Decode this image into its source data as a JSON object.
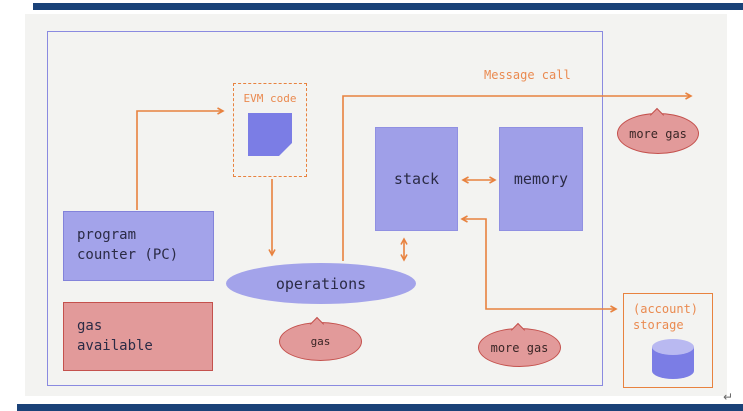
{
  "page": {
    "return_glyph": "↵",
    "colors": {
      "navy_bar": "#1a4278",
      "canvas_bg": "#f3f3f1",
      "outer_border": "#8a8ae0",
      "purple_fill": "#a3a3ea",
      "purple_border": "#8383da",
      "red_fill": "#e29a9a",
      "red_border": "#c4514d",
      "orange": "#e8823f",
      "icon_purple": "#7b7de5"
    }
  },
  "diagram": {
    "nodes": {
      "program_counter": {
        "line1": "program",
        "line2": "counter (PC)"
      },
      "gas_available": {
        "line1": "gas",
        "line2": "available"
      },
      "evm_code": {
        "label": "EVM code"
      },
      "operations": {
        "label": "operations"
      },
      "stack": {
        "label": "stack"
      },
      "memory": {
        "label": "memory"
      },
      "account_storage": {
        "line1": "(account)",
        "line2": "storage"
      }
    },
    "bubbles": {
      "gas": {
        "label": "gas"
      },
      "more_gas_top": {
        "label": "more gas"
      },
      "more_gas_bottom": {
        "label": "more gas"
      }
    },
    "edges": {
      "message_call": {
        "label": "Message call"
      }
    },
    "icons": {
      "evm_code_icon": "note-page-icon",
      "storage_icon": "database-cylinder-icon"
    }
  }
}
